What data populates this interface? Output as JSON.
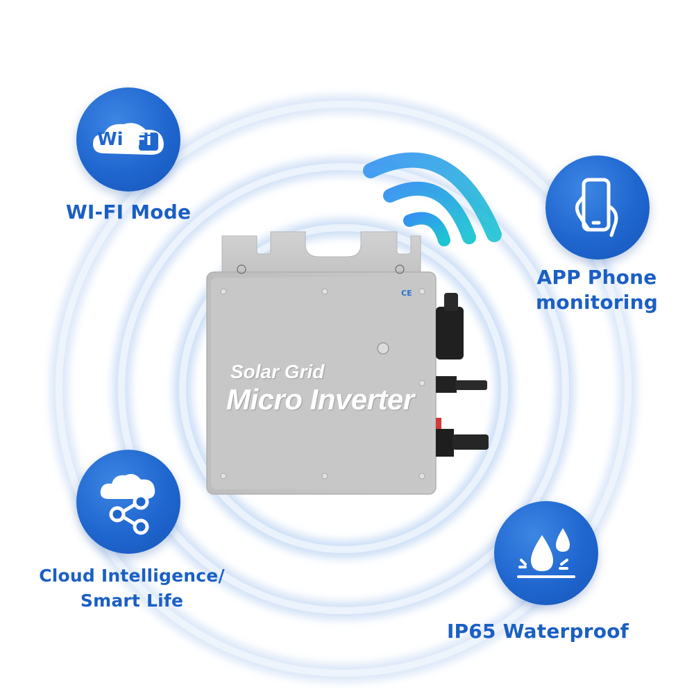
{
  "features": {
    "wifi": {
      "label": "WI-FI Mode",
      "badge_text_1": "Wi",
      "badge_text_2": "Fi",
      "icon": "wifi-logo-icon"
    },
    "app": {
      "label_line1": "APP Phone",
      "label_line2": "monitoring",
      "icon": "phone-in-hand-icon"
    },
    "cloud": {
      "label_line1": "Cloud Intelligence/",
      "label_line2": "Smart Life",
      "icon": "cloud-share-icon"
    },
    "waterproof": {
      "label": "IP65 Waterproof",
      "icon": "water-drops-icon"
    }
  },
  "product": {
    "line1": "Solar Grid",
    "line2": "Micro Inverter",
    "cert_mark": "CE"
  },
  "colors": {
    "accent_blue": "#1f66cf",
    "label_blue": "#1b5fc4",
    "signal_teal": "#18b6d8",
    "ring_blue": "#cfe0f7",
    "inverter_gray": "#c9c9c9"
  }
}
